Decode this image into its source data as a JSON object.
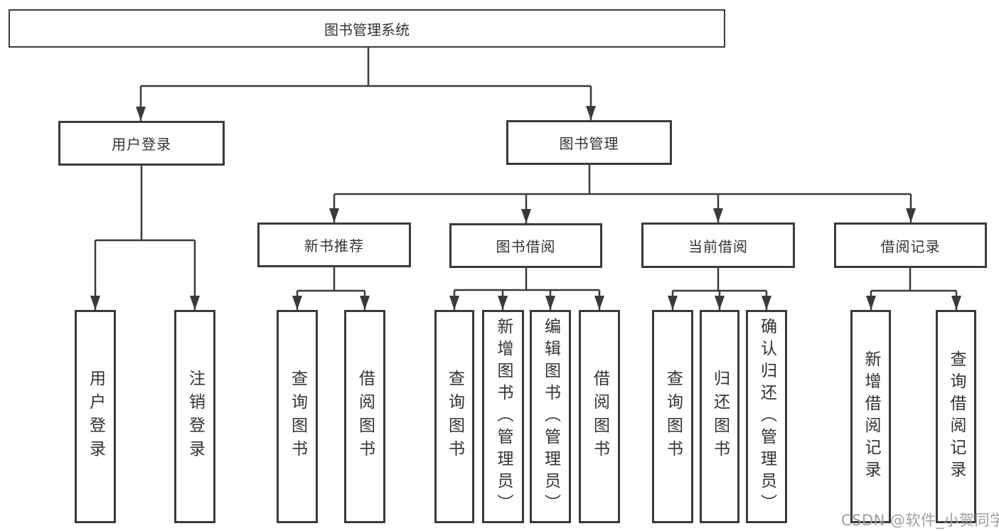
{
  "colors": {
    "line": "#3a3a3a",
    "text": "#333333",
    "background": "#ffffff",
    "watermark": "#9e9e9e"
  },
  "watermark": "CSDN @软件_小贺同学",
  "tree": {
    "root": {
      "label": "图书管理系统"
    },
    "branches": [
      {
        "label": "用户登录",
        "children": [
          {
            "label": "用户登录"
          },
          {
            "label": "注销登录"
          }
        ]
      },
      {
        "label": "图书管理",
        "groups": [
          {
            "label": "新书推荐",
            "children": [
              {
                "label": "查询图书"
              },
              {
                "label": "借阅图书"
              }
            ]
          },
          {
            "label": "图书借阅",
            "children": [
              {
                "label": "查询图书"
              },
              {
                "label": "新增图书（管理员）"
              },
              {
                "label": "编辑图书（管理员）"
              },
              {
                "label": "借阅图书"
              }
            ]
          },
          {
            "label": "当前借阅",
            "children": [
              {
                "label": "查询图书"
              },
              {
                "label": "归还图书"
              },
              {
                "label": "确认归还（管理员）"
              }
            ]
          },
          {
            "label": "借阅记录",
            "children": [
              {
                "label": "新增借阅记录"
              },
              {
                "label": "查询借阅记录"
              }
            ]
          }
        ]
      }
    ]
  }
}
